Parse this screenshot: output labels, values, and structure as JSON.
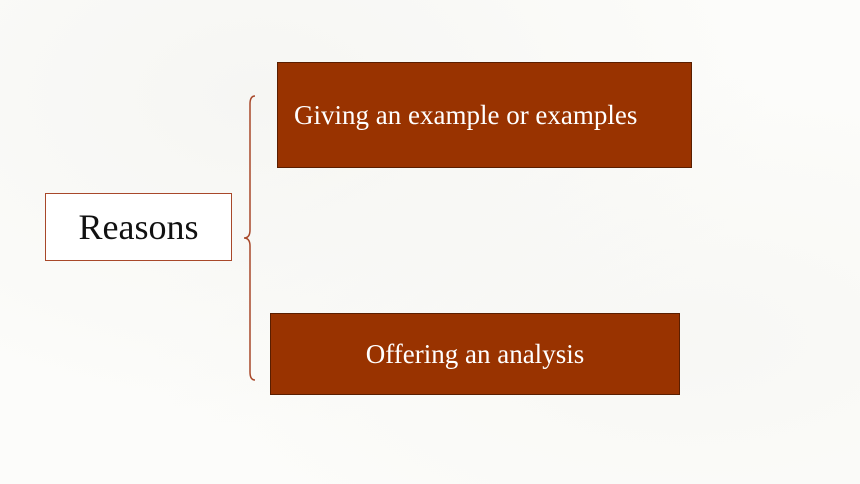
{
  "diagram": {
    "root": {
      "label": "Reasons"
    },
    "branches": [
      {
        "label": "Giving an example or examples"
      },
      {
        "label": "Offering an analysis"
      }
    ]
  },
  "colors": {
    "branch_fill": "#993300",
    "root_border": "#a8482a",
    "brace_stroke": "#a8482a",
    "background": "#fcfcfa"
  }
}
